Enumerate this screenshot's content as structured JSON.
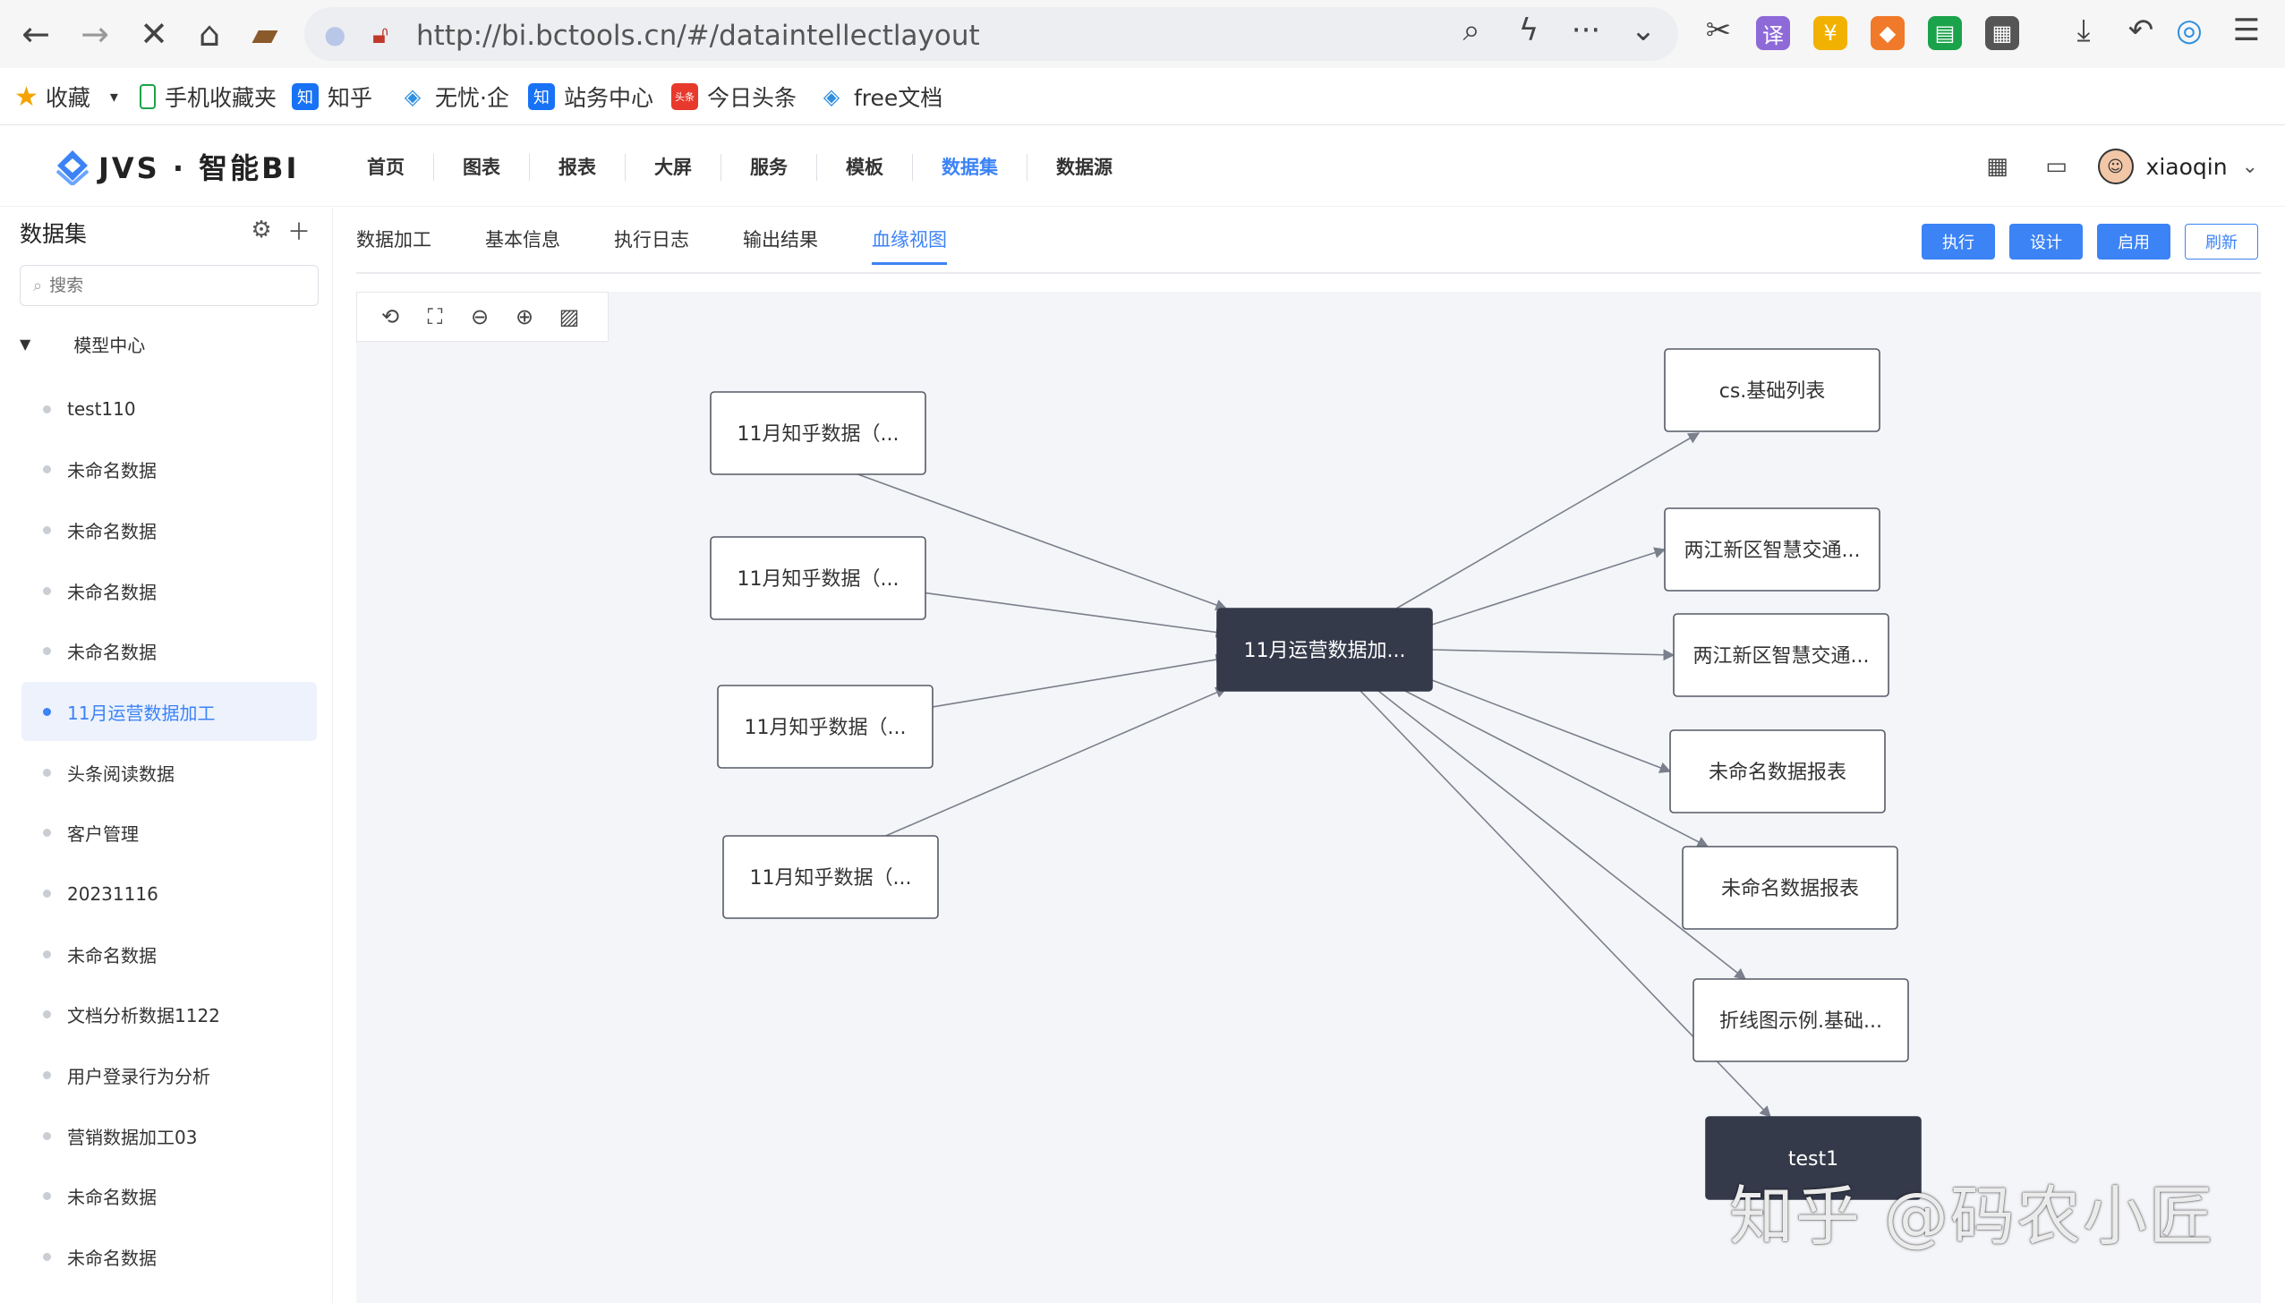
{
  "browser": {
    "url": "http://bi.bctools.cn/#/dataintellectlayout",
    "bookmarks": [
      {
        "label": "收藏",
        "icon": "star-icon"
      },
      {
        "label": "手机收藏夹",
        "icon": "phone-icon"
      },
      {
        "label": "知乎",
        "icon": "zhihu-icon"
      },
      {
        "label": "无忧·企",
        "icon": "diamond-icon"
      },
      {
        "label": "站务中心",
        "icon": "zhihu-icon"
      },
      {
        "label": "今日头条",
        "icon": "toutiao-icon"
      },
      {
        "label": "free文档",
        "icon": "diamond-icon"
      }
    ]
  },
  "app": {
    "logo": "JVS · 智能BI",
    "nav": [
      {
        "label": "首页",
        "active": false
      },
      {
        "label": "图表",
        "active": false
      },
      {
        "label": "报表",
        "active": false
      },
      {
        "label": "大屏",
        "active": false
      },
      {
        "label": "服务",
        "active": false
      },
      {
        "label": "模板",
        "active": false
      },
      {
        "label": "数据集",
        "active": true
      },
      {
        "label": "数据源",
        "active": false
      }
    ],
    "username": "xiaoqin"
  },
  "sidebar": {
    "title": "数据集",
    "search_placeholder": "搜索",
    "root": "模型中心",
    "items": [
      {
        "label": "test110",
        "active": false
      },
      {
        "label": "未命名数据",
        "active": false
      },
      {
        "label": "未命名数据",
        "active": false
      },
      {
        "label": "未命名数据",
        "active": false
      },
      {
        "label": "未命名数据",
        "active": false
      },
      {
        "label": "11月运营数据加工",
        "active": true
      },
      {
        "label": "头条阅读数据",
        "active": false
      },
      {
        "label": "客户管理",
        "active": false
      },
      {
        "label": "20231116",
        "active": false
      },
      {
        "label": "未命名数据",
        "active": false
      },
      {
        "label": "文档分析数据1122",
        "active": false
      },
      {
        "label": "用户登录行为分析",
        "active": false
      },
      {
        "label": "营销数据加工03",
        "active": false
      },
      {
        "label": "未命名数据",
        "active": false
      },
      {
        "label": "未命名数据",
        "active": false
      }
    ]
  },
  "main": {
    "tabs": [
      {
        "label": "数据加工",
        "active": false
      },
      {
        "label": "基本信息",
        "active": false
      },
      {
        "label": "执行日志",
        "active": false
      },
      {
        "label": "输出结果",
        "active": false
      },
      {
        "label": "血缘视图",
        "active": true
      }
    ],
    "buttons": {
      "execute": "执行",
      "design": "设计",
      "enable": "启用",
      "refresh": "刷新"
    }
  },
  "graph": {
    "center": "11月运营数据加...",
    "sources": [
      "11月知乎数据（...",
      "11月知乎数据（...",
      "11月知乎数据（...",
      "11月知乎数据（..."
    ],
    "targets": [
      "cs.基础列表",
      "两江新区智慧交通...",
      "两江新区智慧交通...",
      "未命名数据报表",
      "未命名数据报表",
      "折线图示例.基础...",
      "test1"
    ],
    "colors": {
      "dark_node": "#353a4a",
      "edge": "#7a7f8c",
      "accent": "#3c83f6"
    }
  },
  "watermark": "知乎 @码农小匠"
}
